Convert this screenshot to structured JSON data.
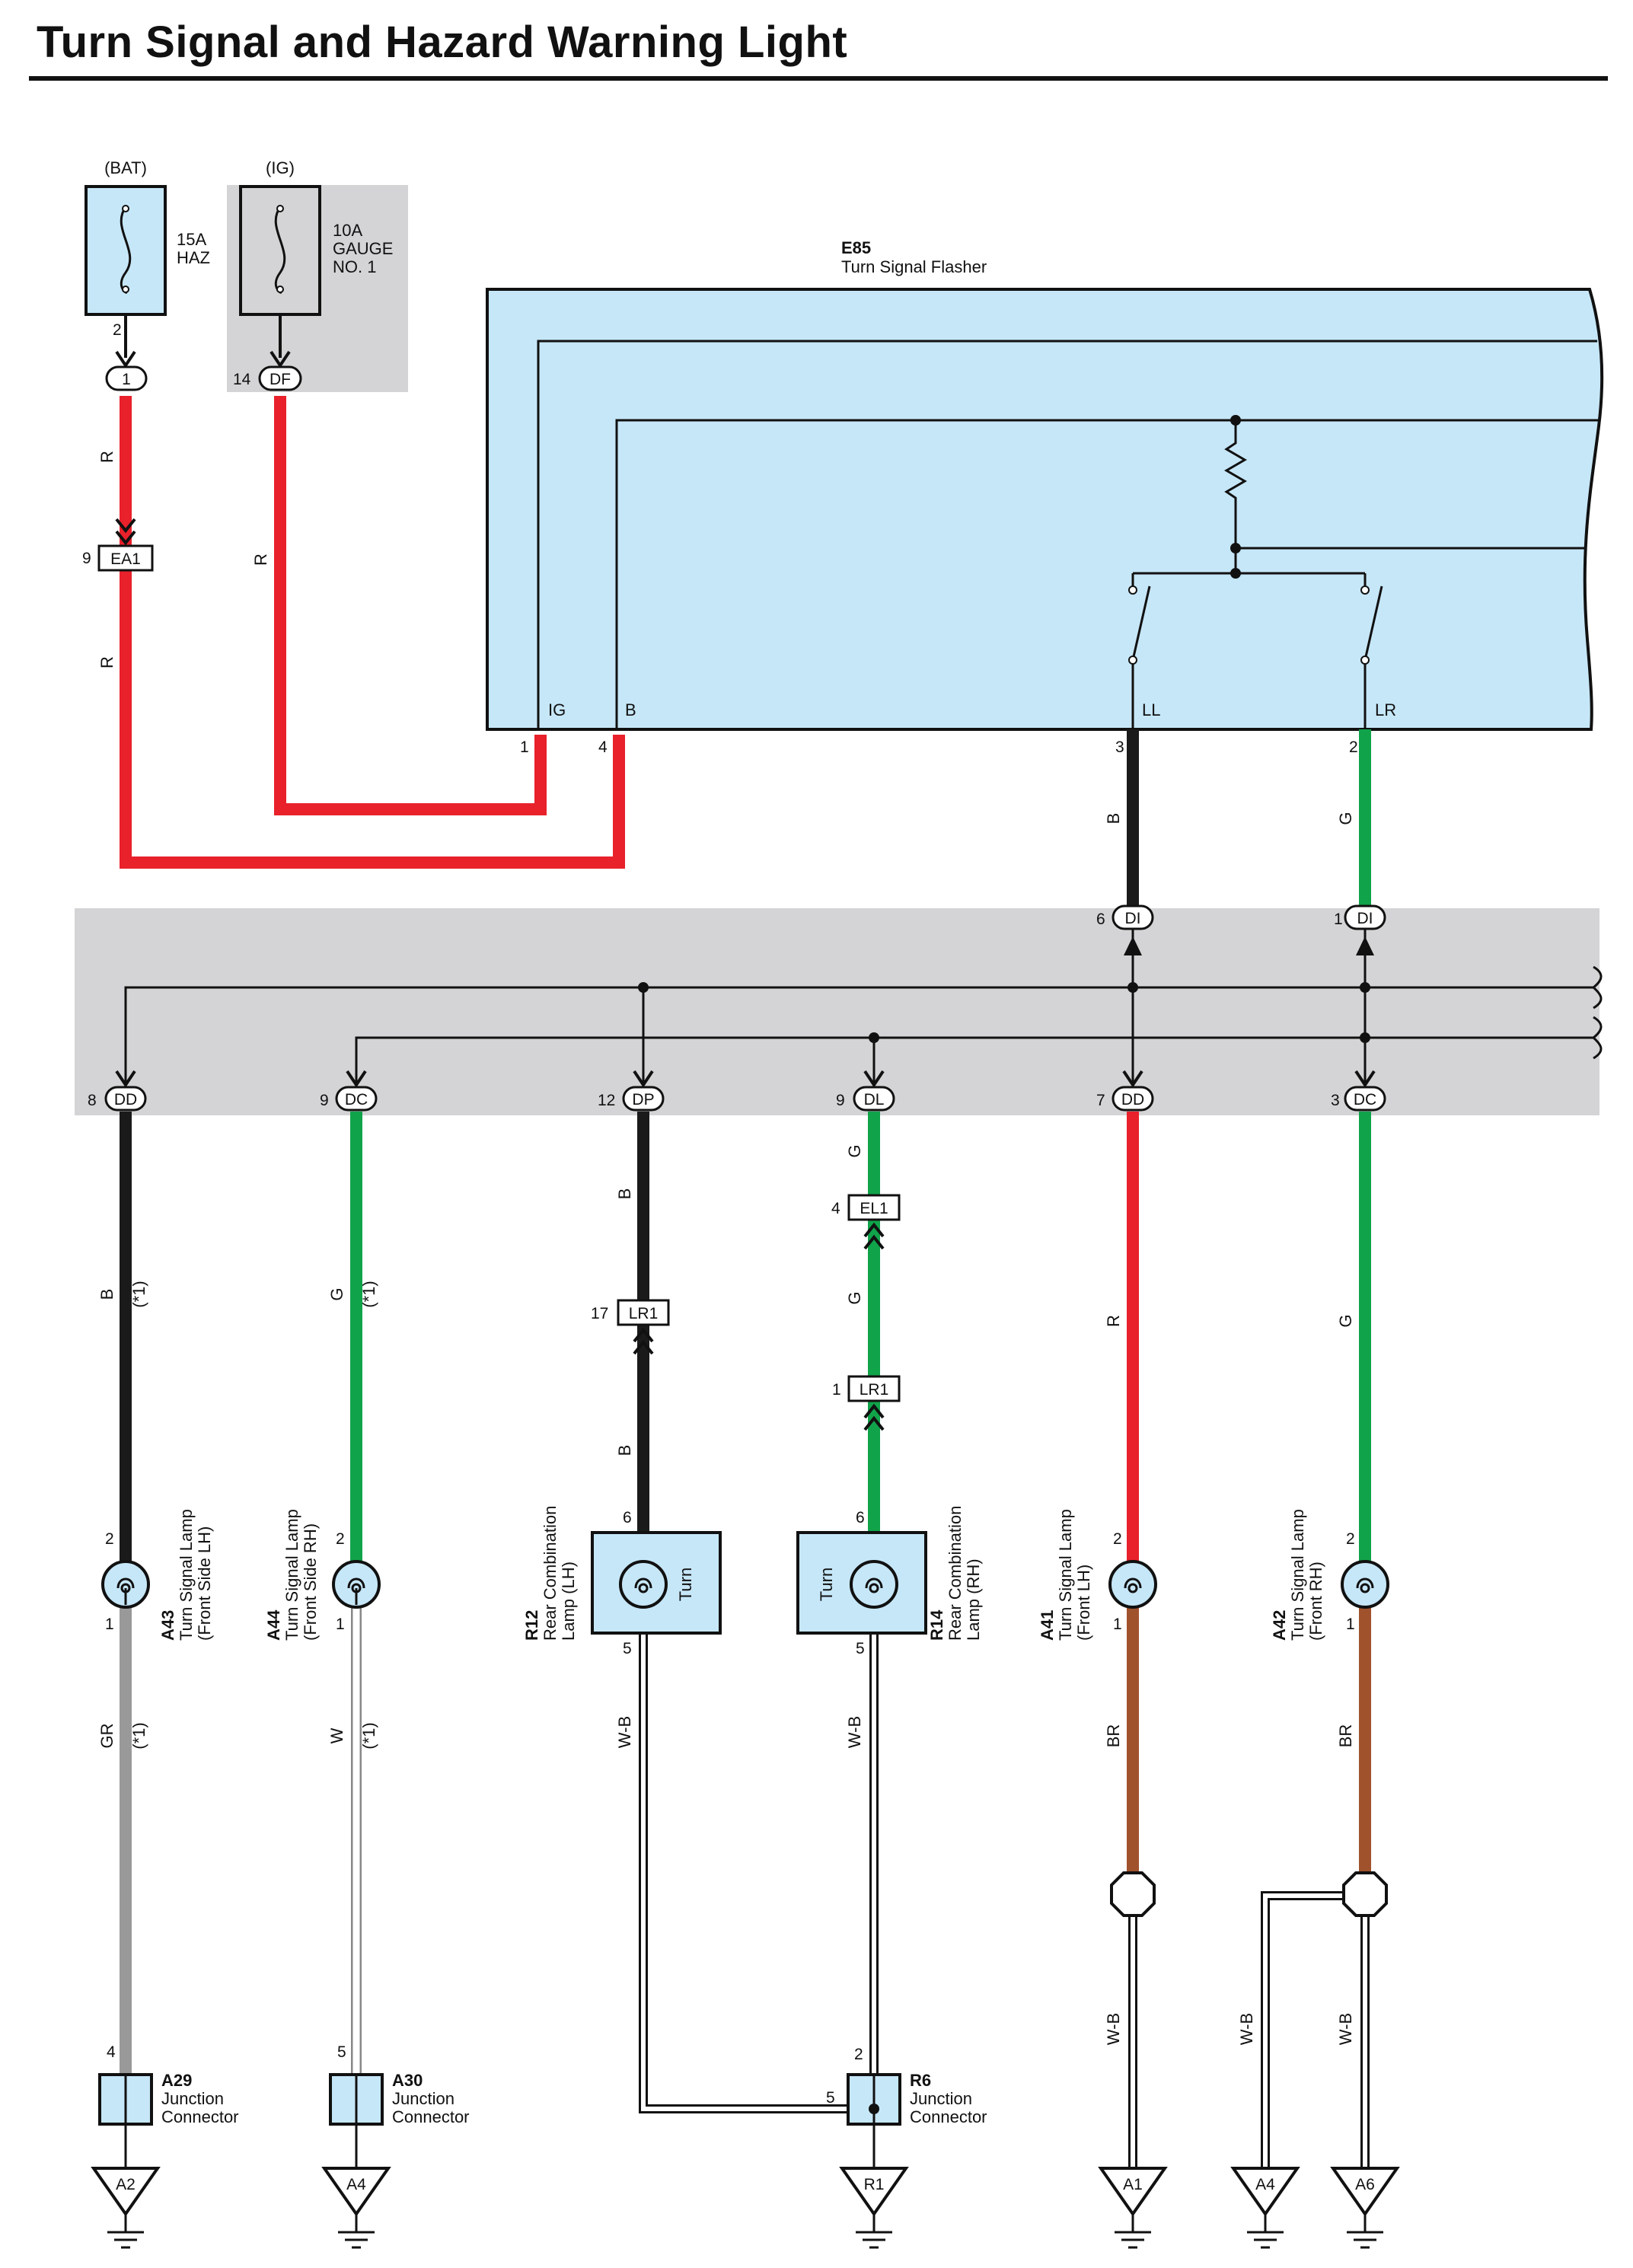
{
  "title": "Turn Signal and Hazard Warning Light",
  "colors": {
    "R": "#e8212b",
    "G": "#11a34a",
    "B": "#1a1a1a",
    "BR": "#a0522d",
    "GR": "#999999",
    "W": "#ffffff",
    "component_fill": "#c6e7f8",
    "shade": "#d4d4d6"
  },
  "fuses": [
    {
      "source": "(BAT)",
      "rating": "15A",
      "name": "HAZ",
      "pin": "2",
      "conn_pin": "1",
      "conn": "1"
    },
    {
      "source": "(IG)",
      "rating": "10A",
      "name": "GAUGE",
      "name2": "NO. 1",
      "conn_pin": "14",
      "conn": "DF"
    }
  ],
  "flasher": {
    "id": "E85",
    "name": "Turn Signal Flasher",
    "terminals": [
      {
        "name": "IG",
        "pin": "1"
      },
      {
        "name": "B",
        "pin": "4"
      },
      {
        "name": "LL",
        "pin": "3"
      },
      {
        "name": "LR",
        "pin": "2"
      }
    ]
  },
  "inline_connectors": [
    {
      "pin": "9",
      "name": "EA1"
    },
    {
      "pin": "6",
      "name": "DI"
    },
    {
      "pin": "1",
      "name": "DI"
    },
    {
      "pin": "8",
      "name": "DD"
    },
    {
      "pin": "9",
      "name": "DC"
    },
    {
      "pin": "12",
      "name": "DP"
    },
    {
      "pin": "9",
      "name": "DL"
    },
    {
      "pin": "7",
      "name": "DD"
    },
    {
      "pin": "3",
      "name": "DC"
    },
    {
      "pin": "4",
      "name": "EL1"
    },
    {
      "pin": "17",
      "name": "LR1"
    },
    {
      "pin": "1",
      "name": "LR1"
    }
  ],
  "wire_labels": [
    "R",
    "R",
    "R",
    "B",
    "G",
    "B",
    "G",
    "B",
    "G",
    "R",
    "G",
    "B",
    "G",
    "GR",
    "W",
    "W-B",
    "W-B",
    "BR",
    "BR",
    "W-B",
    "W-B",
    "W-B"
  ],
  "notes": [
    "(*1)",
    "(*1)",
    "(*1)",
    "(*1)"
  ],
  "lamps": [
    {
      "id": "A43",
      "name": "Turn Signal Lamp",
      "sub": "(Front Side LH)",
      "pin_top": "2",
      "pin_bot": "1"
    },
    {
      "id": "A44",
      "name": "Turn Signal Lamp",
      "sub": "(Front Side RH)",
      "pin_top": "2",
      "pin_bot": "1"
    },
    {
      "id": "R12",
      "name": "Rear Combination",
      "sub": "Lamp (LH)",
      "label": "Turn",
      "pin_top": "6",
      "pin_bot": "5"
    },
    {
      "id": "R14",
      "name": "Rear Combination",
      "sub": "Lamp (RH)",
      "label": "Turn",
      "pin_top": "6",
      "pin_bot": "5"
    },
    {
      "id": "A41",
      "name": "Turn Signal Lamp",
      "sub": "(Front LH)",
      "pin_top": "2",
      "pin_bot": "1"
    },
    {
      "id": "A42",
      "name": "Turn Signal Lamp",
      "sub": "(Front RH)",
      "pin_top": "2",
      "pin_bot": "1"
    }
  ],
  "junctions": [
    {
      "id": "A29",
      "line1": "Junction",
      "line2": "Connector",
      "pin": "4"
    },
    {
      "id": "A30",
      "line1": "Junction",
      "line2": "Connector",
      "pin": "5"
    },
    {
      "id": "R6",
      "line1": "Junction",
      "line2": "Connector",
      "pin_top": "2",
      "pin_left": "5"
    }
  ],
  "grounds": [
    "A2",
    "A4",
    "R1",
    "A1",
    "A4",
    "A6"
  ]
}
